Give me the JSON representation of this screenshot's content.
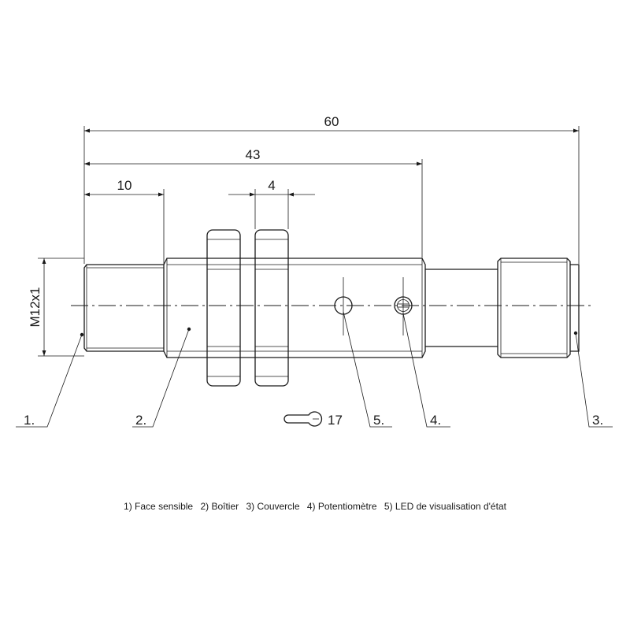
{
  "dimensions": {
    "overall_length": "60",
    "housing_length": "43",
    "sensing_face_length": "10",
    "nut_width": "4",
    "thread": "M12x1",
    "wrench_size": "17"
  },
  "callouts": [
    "1.",
    "2.",
    "3.",
    "4.",
    "5."
  ],
  "legend": [
    "1) Face sensible",
    "2) Boîtier",
    "3) Couvercle",
    "4) Potentiomètre",
    "5) LED de visualisation d'état"
  ]
}
